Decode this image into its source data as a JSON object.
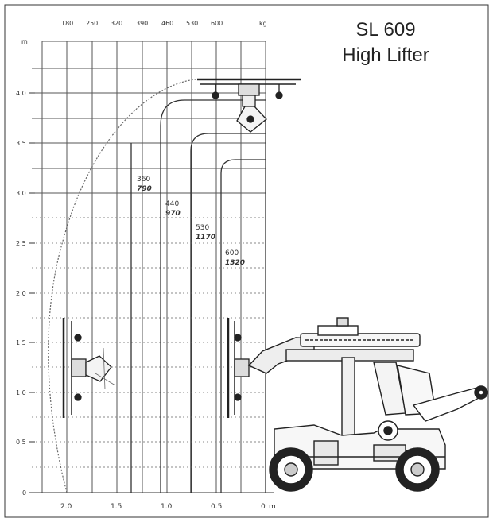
{
  "title": {
    "line1": "SL 609",
    "line2": "High Lifter"
  },
  "top_axis": {
    "unit": "kg",
    "ticks": [
      "180",
      "250",
      "320",
      "390",
      "460",
      "530",
      "600"
    ]
  },
  "left_axis": {
    "unit": "m",
    "ticks": [
      "0",
      "0.5",
      "1.0",
      "1.5",
      "2.0",
      "2.5",
      "3.0",
      "3.5",
      "4.0"
    ]
  },
  "bottom_axis": {
    "unit": "m",
    "ticks": [
      "2.0",
      "1.5",
      "1.0",
      "0.5",
      "0"
    ]
  },
  "zones": [
    {
      "load": "360",
      "counterweight": "790"
    },
    {
      "load": "440",
      "counterweight": "970"
    },
    {
      "load": "530",
      "counterweight": "1170"
    },
    {
      "load": "600",
      "counterweight": "1320"
    }
  ],
  "colors": {
    "line": "#222222",
    "grid": "#555555",
    "dotted": "#888888"
  }
}
